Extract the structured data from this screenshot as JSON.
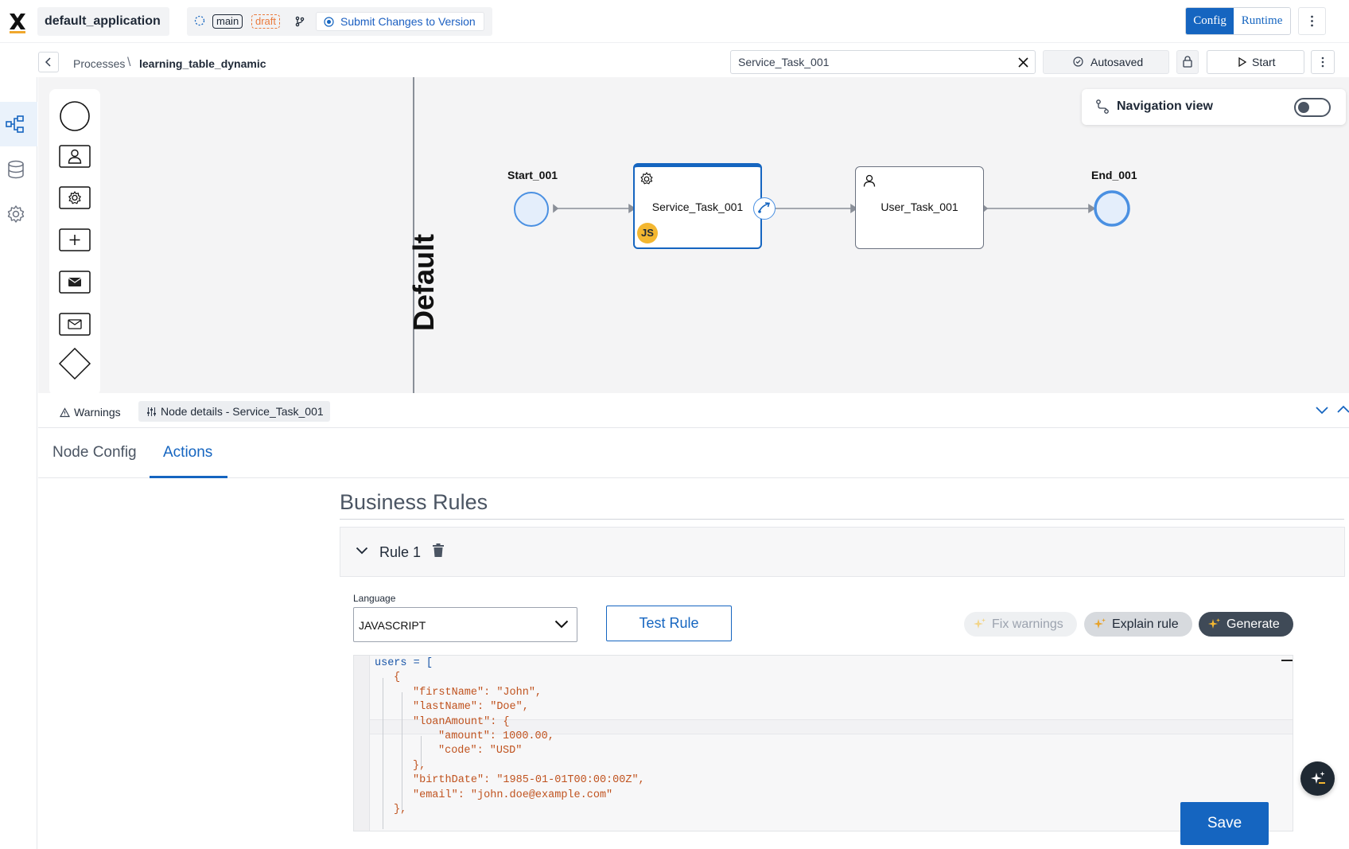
{
  "app": {
    "name": "default_application"
  },
  "version": {
    "branch": "main",
    "status": "draft",
    "submit_label": "Submit Changes to Version"
  },
  "mode": {
    "config_label": "Config",
    "runtime_label": "Runtime",
    "active": "Config"
  },
  "breadcrumb": {
    "parent": "Processes",
    "separator": "\\",
    "current": "learning_table_dynamic"
  },
  "toolbar": {
    "search_value": "Service_Task_001",
    "autosaved_label": "Autosaved",
    "start_label": "Start"
  },
  "sidebar": {
    "items": [
      {
        "icon": "process-diagram-icon",
        "active": true
      },
      {
        "icon": "database-icon",
        "active": false
      },
      {
        "icon": "gear-icon",
        "active": false
      }
    ]
  },
  "palette": {
    "items": [
      "start-event-icon",
      "user-task-icon",
      "service-task-icon",
      "subprocess-icon",
      "send-message-icon",
      "receive-message-icon",
      "gateway-icon"
    ]
  },
  "canvas": {
    "pool_label": "Default",
    "navigation_view_label": "Navigation view",
    "navigation_view_on": false,
    "nodes": {
      "start": "Start_001",
      "service_task": "Service_Task_001",
      "service_task_badge": "JS",
      "user_task": "User_Task_001",
      "end": "End_001"
    }
  },
  "panel": {
    "tabs": {
      "warnings": "Warnings",
      "node_details": "Node details - Service_Task_001"
    },
    "subtabs": {
      "node_config": "Node Config",
      "actions": "Actions",
      "active": "Actions"
    }
  },
  "rules": {
    "title": "Business Rules",
    "rule_name": "Rule 1",
    "language_label": "Language",
    "language_value": "JAVASCRIPT",
    "test_label": "Test Rule",
    "fix_label": "Fix warnings",
    "explain_label": "Explain rule",
    "generate_label": "Generate",
    "save_label": "Save",
    "code": {
      "l1_name": "users",
      "l1_rest": " = [",
      "l2": "{",
      "l3": "\"firstName\": \"John\",",
      "l4": "\"lastName\": \"Doe\",",
      "l5": "\"loanAmount\": {",
      "l6": "\"amount\": 1000.00,",
      "l7": "\"code\": \"USD\"",
      "l8": "},",
      "l9": "\"birthDate\": \"1985-01-01T00:00:00Z\",",
      "l10": "\"email\": \"john.doe@example.com\"",
      "l11": "},"
    }
  },
  "colors": {
    "accent": "#1565c0",
    "draft": "#ea7a3c",
    "js_badge": "#f3b731"
  }
}
